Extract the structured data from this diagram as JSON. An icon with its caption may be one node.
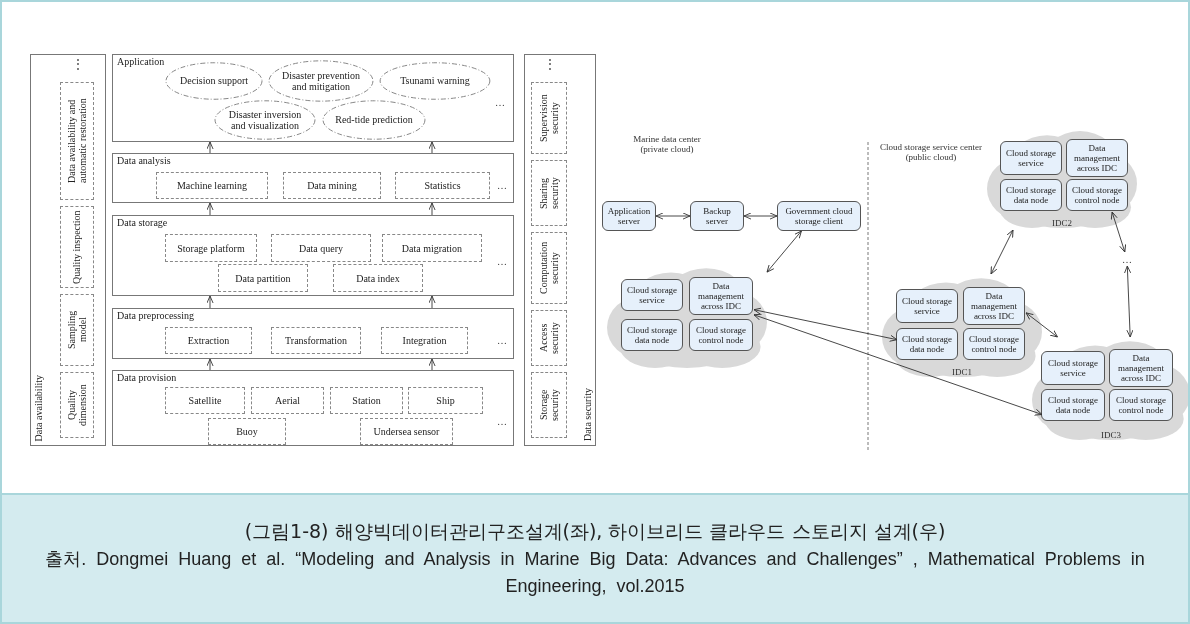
{
  "diagram": {
    "caption": "(그림1-8) 해양빅데이터관리구조설계(좌), 하이브리드 클라우드 스토리지 설계(우)",
    "nodes": [
      {
        "text": [
          "Data availability"
        ]
      },
      {
        "text": [
          "Data availability and automatic restoration"
        ],
        "in": 0
      },
      {
        "text": [
          "Quality inspection"
        ],
        "in": 0
      },
      {
        "text": [
          "Sampling model"
        ],
        "in": 0
      },
      {
        "text": [
          "Quality dimension"
        ],
        "in": 0
      },
      {
        "text": [
          "Application"
        ]
      },
      {
        "text": [
          "Decision support"
        ],
        "in": 5
      },
      {
        "text": [
          "Disaster prevention and mitigation"
        ],
        "in": 5
      },
      {
        "text": [
          "Tsunami warning"
        ],
        "in": 5
      },
      {
        "text": [
          "Disaster inversion and visualization"
        ],
        "in": 5
      },
      {
        "text": [
          "Red-tide prediction"
        ],
        "in": 5
      },
      {
        "text": [
          "Data analysis"
        ]
      },
      {
        "text": [
          "Machine learning"
        ],
        "in": 11
      },
      {
        "text": [
          "Data mining"
        ],
        "in": 11
      },
      {
        "text": [
          "Statistics"
        ],
        "in": 11
      },
      {
        "text": [
          "Data storage"
        ]
      },
      {
        "text": [
          "Storage platform"
        ],
        "in": 15
      },
      {
        "text": [
          "Data query"
        ],
        "in": 15
      },
      {
        "text": [
          "Data migration"
        ],
        "in": 15
      },
      {
        "text": [
          "Data partition"
        ],
        "in": 15
      },
      {
        "text": [
          "Data index"
        ],
        "in": 15
      },
      {
        "text": [
          "Data preprocessing"
        ]
      },
      {
        "text": [
          "Extraction"
        ],
        "in": 21
      },
      {
        "text": [
          "Transformation"
        ],
        "in": 21
      },
      {
        "text": [
          "Integration"
        ],
        "in": 21
      },
      {
        "text": [
          "Data provision"
        ]
      },
      {
        "text": [
          "Satellite"
        ],
        "in": 25
      },
      {
        "text": [
          "Aerial"
        ],
        "in": 25
      },
      {
        "text": [
          "Station"
        ],
        "in": 25
      },
      {
        "text": [
          "Ship"
        ],
        "in": 25
      },
      {
        "text": [
          "Buoy"
        ],
        "in": 25
      },
      {
        "text": [
          "Undersea sensor"
        ],
        "in": 25
      },
      {
        "text": [
          "Data security"
        ]
      },
      {
        "text": [
          "Supervision security"
        ],
        "in": 32
      },
      {
        "text": [
          "Sharing security"
        ],
        "in": 32
      },
      {
        "text": [
          "Computation security"
        ],
        "in": 32
      },
      {
        "text": [
          "Access security"
        ],
        "in": 32
      },
      {
        "text": [
          "Storage security"
        ],
        "in": 32
      },
      {
        "text": [
          "Application server"
        ]
      },
      {
        "text": [
          "Backup server"
        ]
      },
      {
        "text": [
          "Government cloud storage client"
        ]
      },
      {
        "text": [],
        "shape": "cloud"
      },
      {
        "text": [
          "Cloud storage service"
        ],
        "in": 41
      },
      {
        "text": [
          "Data management across IDC"
        ],
        "in": 41
      },
      {
        "text": [
          "Cloud storage data node"
        ],
        "in": 41
      },
      {
        "text": [
          "Cloud storage control node"
        ],
        "in": 41
      },
      {
        "text": [
          "IDC2"
        ]
      },
      {
        "text": [
          "Cloud storage service"
        ],
        "in": 46
      },
      {
        "text": [
          "Data management across IDC"
        ],
        "in": 46
      },
      {
        "text": [
          "Cloud storage data node"
        ],
        "in": 46
      },
      {
        "text": [
          "Cloud storage control node"
        ],
        "in": 46
      },
      {
        "text": [
          "…"
        ]
      },
      {
        "text": [
          "IDC1"
        ]
      },
      {
        "text": [
          "Cloud storage service"
        ],
        "in": 52
      },
      {
        "text": [
          "Data management across IDC"
        ],
        "in": 52
      },
      {
        "text": [
          "Cloud storage data node"
        ],
        "in": 52
      },
      {
        "text": [
          "Cloud storage control node"
        ],
        "in": 52
      },
      {
        "text": [
          "IDC3"
        ]
      },
      {
        "text": [
          "Cloud storage service"
        ],
        "in": 57
      },
      {
        "text": [
          "Data management across IDC"
        ],
        "in": 57
      },
      {
        "text": [
          "Cloud storage data node"
        ],
        "in": 57
      },
      {
        "text": [
          "Cloud storage control node"
        ],
        "in": 57
      }
    ],
    "edges": [
      {
        "from": 25,
        "to": 21,
        "arrow": "to"
      },
      {
        "from": 25,
        "to": 21,
        "arrow": "to"
      },
      {
        "from": 21,
        "to": 15,
        "arrow": "to"
      },
      {
        "from": 21,
        "to": 15,
        "arrow": "to"
      },
      {
        "from": 15,
        "to": 11,
        "arrow": "to"
      },
      {
        "from": 15,
        "to": 11,
        "arrow": "to"
      },
      {
        "from": 11,
        "to": 5,
        "arrow": "to"
      },
      {
        "from": 11,
        "to": 5,
        "arrow": "to"
      },
      {
        "from": 38,
        "to": 39,
        "arrow": "both"
      },
      {
        "from": 39,
        "to": 40,
        "arrow": "both"
      },
      {
        "from": 40,
        "to": 41,
        "arrow": "both"
      },
      {
        "from": 43,
        "to": 55,
        "arrow": "both"
      },
      {
        "from": 43,
        "to": 60,
        "arrow": "both"
      },
      {
        "from": 52,
        "to": 46,
        "arrow": "both"
      },
      {
        "from": 50,
        "to": 51,
        "arrow": "both"
      },
      {
        "from": 51,
        "to": 57,
        "arrow": "both"
      },
      {
        "from": 54,
        "to": 57,
        "arrow": "both"
      }
    ],
    "labels": [
      "⋮",
      "…",
      "…",
      "…",
      "…",
      "…",
      "⋮",
      "Marine data center (private cloud)",
      "Cloud storage service center (public cloud)",
      "출처. Dongmei Huang et al. “Modeling and Analysis in Marine Big Data: Advances and Challenges” , Mathematical Problems in Engineering, vol.2015"
    ]
  }
}
